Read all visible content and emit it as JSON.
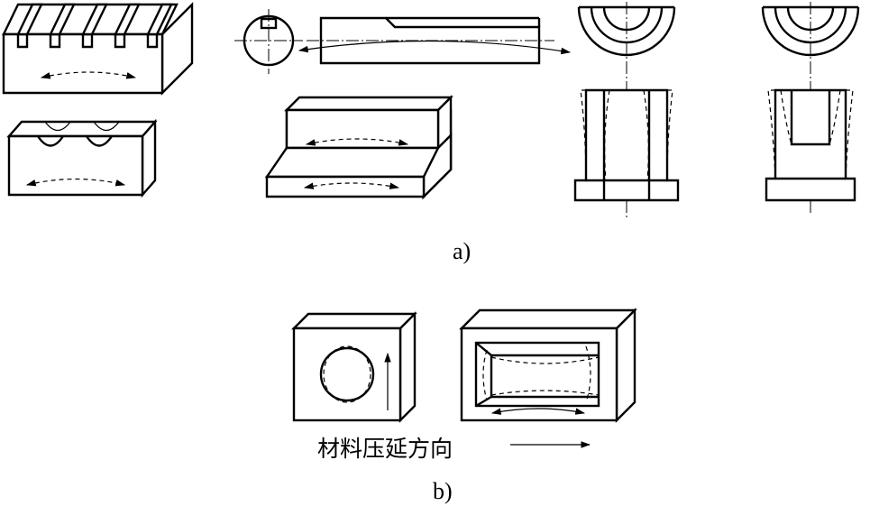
{
  "labels": {
    "part_a": "a)",
    "part_b": "b)",
    "rolling_direction": "材料压延方向"
  },
  "colors": {
    "line": "#000000",
    "background": "#ffffff"
  }
}
